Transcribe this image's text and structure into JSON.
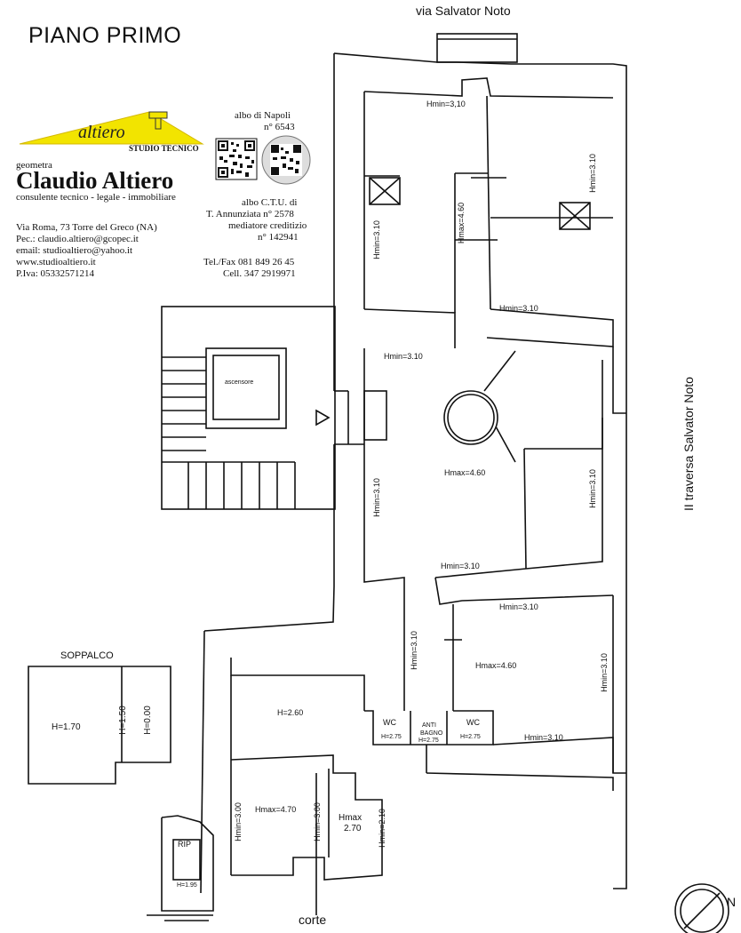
{
  "header": {
    "title": "PIANO PRIMO",
    "street_top": "via Salvator Noto",
    "street_right": "II traversa Salvator Noto",
    "street_bottom": "corte",
    "north": "N"
  },
  "studio": {
    "logo_word": "altiero",
    "logo_sub": "STUDIO TECNICO",
    "role": "geometra",
    "name": "Claudio Altiero",
    "subtitle": "consulente tecnico - legale - immobiliare",
    "address": "Via Roma, 73 Torre del Greco (NA)",
    "pec": "Pec.: claudio.altiero@gcopec.it",
    "email": "email: studioaltiero@yahoo.it",
    "web": "www.studioaltiero.it",
    "piva": "P.Iva: 05332571214",
    "albo1": "albo di Napoli",
    "albo1_num": "n° 6543",
    "albo2": "albo C.T.U. di",
    "albo2_place": "T. Annunziata n° 2578",
    "mediatore": "mediatore creditizio",
    "mediatore_num": "n° 142941",
    "tel": "Tel./Fax 081 849 26 45",
    "cell": "Cell. 347 2919971"
  },
  "plan": {
    "h_top_room1": "Hmin=3,10",
    "h_top_room2_v": "Hmin=3.10",
    "h_left_v": "Hmin=3.10",
    "h_max_mid": "Hmax=4.60",
    "h_min_bottom_right": "Hmin=3.10",
    "h_min_corr": "Hmin=3.10",
    "ascensore": "ascensore",
    "h_max_center": "Hmax=4.60",
    "h_min_center_left": "Hmin=3.10",
    "h_min_center_right": "Hmin=3.10",
    "h_min_center_bottom": "Hmin=3.10",
    "h_min_lower_top": "Hmin=3.10",
    "h_min_lower_right": "Hmin=3.10",
    "h_min_lower_left": "Hmin=3.10",
    "h_max_lower": "Hmax=4.60",
    "h_min_lower_bottom": "Hmin=3.10",
    "wc1": "WC",
    "wc1_h": "H=2.75",
    "anti": "ANTI",
    "bagno": "BAGNO",
    "bagno_h": "H=2.75",
    "wc2": "WC",
    "wc2_h": "H=2.75",
    "h_260": "H=2.60",
    "h_min_300a": "Hmin=3.00",
    "h_max_470": "Hmax=4.70",
    "h_min_300b": "Hmin=3.00",
    "hmax_label": "Hmax",
    "hmax_value": "2.70",
    "h_min_210": "Hmin=2.10",
    "rip": "RIP",
    "rip_h": "H=1.95",
    "soppalco": "SOPPALCO",
    "sop_h170": "H=1.70",
    "sop_h150": "H=1.50",
    "sop_h000": "H=0.00"
  }
}
